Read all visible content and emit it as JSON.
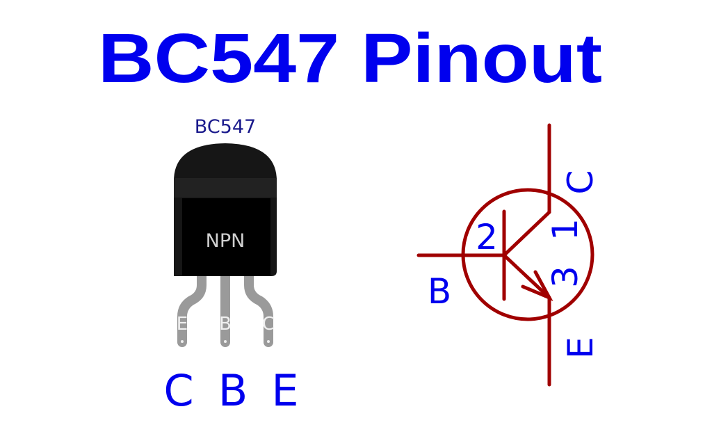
{
  "title": "BC547 Pinout",
  "package": {
    "part_label": "BC547",
    "body_text": "NPN",
    "lead_marks": [
      "E",
      "B",
      "C"
    ],
    "pin_labels": [
      "C",
      "B",
      "E"
    ],
    "body_color": "#0d0d0d",
    "lead_color": "#9a9a9a"
  },
  "symbol": {
    "type": "NPN transistor",
    "pins": {
      "collector": "C",
      "base": "B",
      "emitter": "E"
    },
    "pin_numbers": {
      "collector": "1",
      "base": "2",
      "emitter": "3"
    },
    "line_color": "#a00000",
    "label_color": "#0000ee"
  }
}
